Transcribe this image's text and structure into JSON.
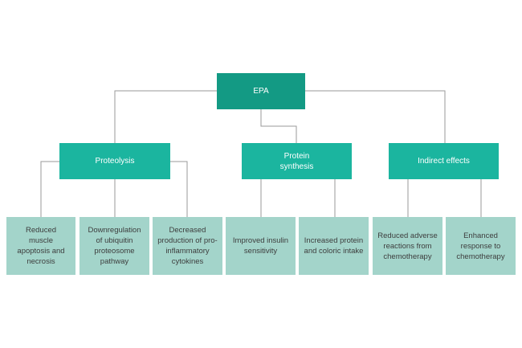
{
  "diagram": {
    "root": {
      "label": "EPA"
    },
    "categories": [
      {
        "label": "Proteolysis"
      },
      {
        "label": "Protein synthesis"
      },
      {
        "label": "Indirect effects"
      }
    ],
    "effects": [
      {
        "label": "Reduced muscle apoptosis and necrosis"
      },
      {
        "label": "Downregulation of ubiquitin proteosome pathway"
      },
      {
        "label": "Decreased production of pro-inflammatory cytokines"
      },
      {
        "label": "Improved insulin sensitivity"
      },
      {
        "label": "Increased protein and coloric intake"
      },
      {
        "label": "Reduced adverse reactions from chemotherapy"
      },
      {
        "label": "Enhanced response to chemotherapy"
      }
    ],
    "colors": {
      "root": "#139a84",
      "category": "#1bb59f",
      "effect": "#a3d4ca",
      "line": "#9a9a9a"
    }
  }
}
